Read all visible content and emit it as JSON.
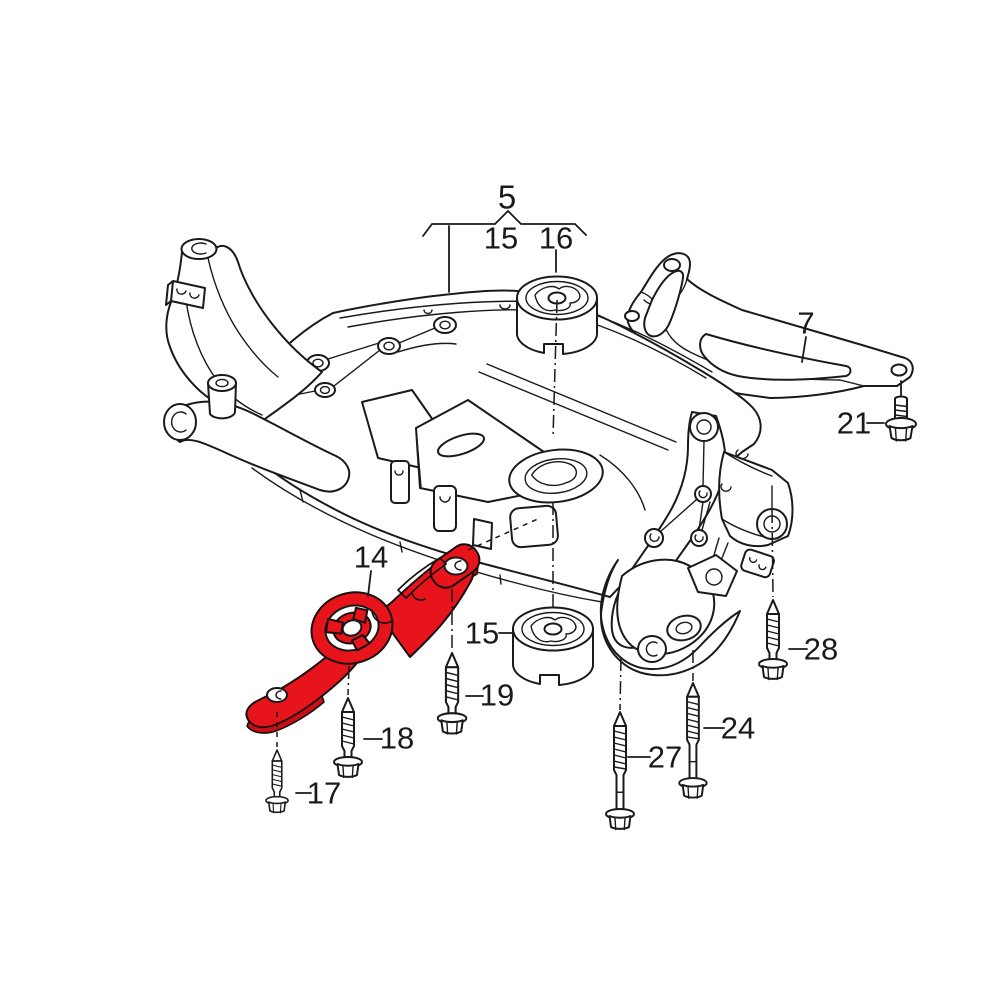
{
  "diagram": {
    "type": "exploded-parts-diagram",
    "subject": "front subframe crossmember with engine mounting parts",
    "background_color": "#ffffff",
    "line_color": "#1a1a1a",
    "highlight_color": "#e8141c",
    "highlighted_callout": "14"
  },
  "callouts": [
    {
      "id": "callout-5",
      "label": "5",
      "kind": "mount-assembly-group-bracket"
    },
    {
      "id": "callout-15-top",
      "label": "15",
      "kind": "group-member"
    },
    {
      "id": "callout-16",
      "label": "16",
      "kind": "rubber-bushing-upper"
    },
    {
      "id": "callout-7",
      "label": "7",
      "kind": "support-bracket"
    },
    {
      "id": "callout-21",
      "label": "21",
      "kind": "short-bolt"
    },
    {
      "id": "callout-14",
      "label": "14",
      "kind": "pendulum-support-highlighted",
      "highlighted": true
    },
    {
      "id": "callout-15-lower",
      "label": "15",
      "kind": "rubber-bushing-lower"
    },
    {
      "id": "callout-19",
      "label": "19",
      "kind": "screw"
    },
    {
      "id": "callout-18",
      "label": "18",
      "kind": "screw"
    },
    {
      "id": "callout-17",
      "label": "17",
      "kind": "screw"
    },
    {
      "id": "callout-27",
      "label": "27",
      "kind": "long-screw"
    },
    {
      "id": "callout-24",
      "label": "24",
      "kind": "long-screw"
    },
    {
      "id": "callout-28",
      "label": "28",
      "kind": "screw"
    }
  ]
}
